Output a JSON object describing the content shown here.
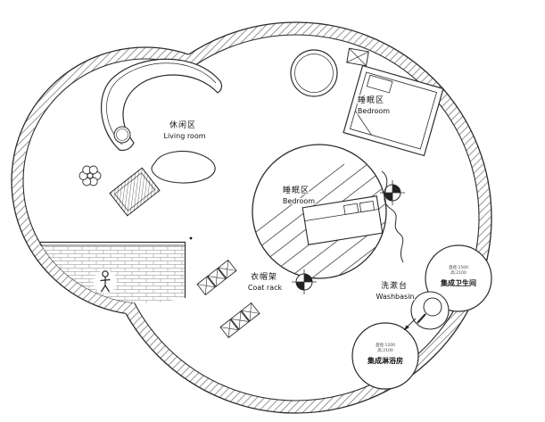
{
  "labels": {
    "living": {
      "zh": "休闲区",
      "en": "Living room"
    },
    "bedroom_top": {
      "zh": "睡眠区",
      "en": "Bedroom"
    },
    "bedroom_center": {
      "zh": "睡眠区",
      "en": "Bedroom"
    },
    "coat_rack": {
      "zh": "衣帽架",
      "en": "Coat rack"
    },
    "washbasin": {
      "zh": "洗漱台",
      "en": "Washbasin"
    },
    "bathroom": {
      "name": "集成卫生间",
      "note1": "直径:1500",
      "note2": "高:2100"
    },
    "shower": {
      "name": "集成淋浴房",
      "note1": "直径:1200",
      "note2": "高:2100"
    }
  },
  "icons": {
    "person": "person-figure",
    "plant": "potted-plant",
    "column": "column-marker",
    "arrow": "direction-arrow"
  },
  "colors": {
    "line": "#2b2b2b",
    "hatch": "#8a8a8a",
    "background": "#ffffff"
  }
}
